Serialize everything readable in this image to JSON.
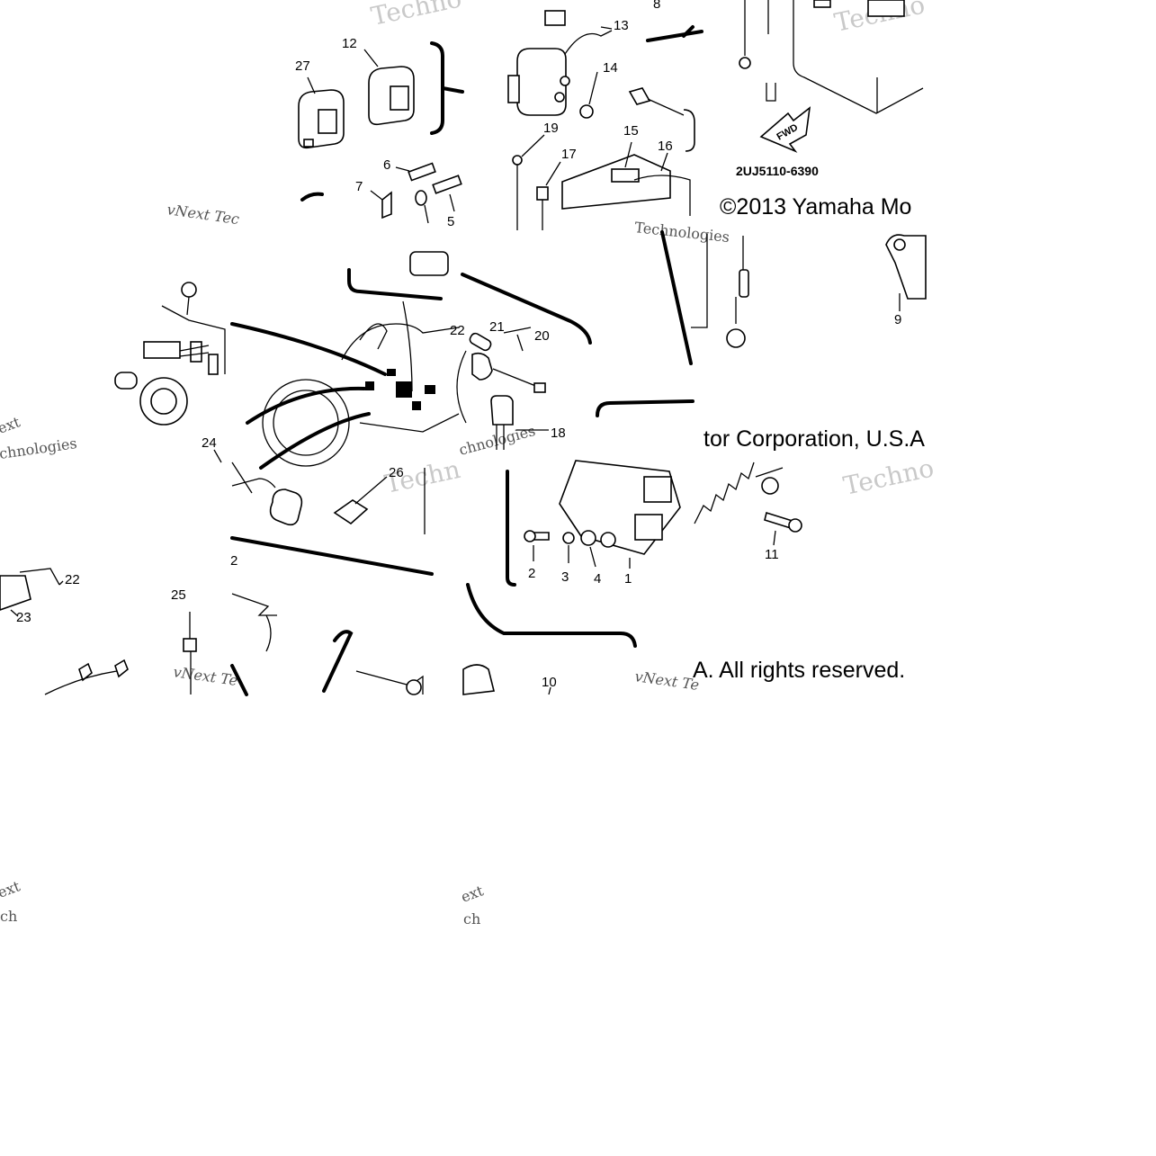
{
  "diagram": {
    "copyright_line_1": "©2013 Yamaha Mo",
    "copyright_line_2": "tor Corporation, U.S.A",
    "copyright_line_3": "A. All rights reserved.",
    "part_code": "2UJ5110-6390",
    "fwd_arrow_label": "FWD",
    "watermark_brand": "vNext Technologies",
    "watermark_fragments": [
      "Techno",
      "vNext Tec",
      "Technologies",
      "vNext Te",
      "ext",
      "chnologies",
      "Techn",
      "ch"
    ],
    "callouts": [
      {
        "id": "c1",
        "label": "1"
      },
      {
        "id": "c2",
        "label": "2"
      },
      {
        "id": "c2b",
        "label": "2"
      },
      {
        "id": "c3",
        "label": "3"
      },
      {
        "id": "c4",
        "label": "4"
      },
      {
        "id": "c5",
        "label": "5"
      },
      {
        "id": "c6",
        "label": "6"
      },
      {
        "id": "c7",
        "label": "7"
      },
      {
        "id": "c8",
        "label": "8"
      },
      {
        "id": "c9",
        "label": "9"
      },
      {
        "id": "c10",
        "label": "10"
      },
      {
        "id": "c11",
        "label": "11"
      },
      {
        "id": "c12",
        "label": "12"
      },
      {
        "id": "c13",
        "label": "13"
      },
      {
        "id": "c14",
        "label": "14"
      },
      {
        "id": "c15",
        "label": "15"
      },
      {
        "id": "c16",
        "label": "16"
      },
      {
        "id": "c17",
        "label": "17"
      },
      {
        "id": "c18",
        "label": "18"
      },
      {
        "id": "c19",
        "label": "19"
      },
      {
        "id": "c20",
        "label": "20"
      },
      {
        "id": "c21",
        "label": "21"
      },
      {
        "id": "c22",
        "label": "22"
      },
      {
        "id": "c22b",
        "label": "22"
      },
      {
        "id": "c23",
        "label": "23"
      },
      {
        "id": "c24",
        "label": "24"
      },
      {
        "id": "c25",
        "label": "25"
      },
      {
        "id": "c26",
        "label": "26"
      },
      {
        "id": "c27",
        "label": "27"
      }
    ]
  }
}
